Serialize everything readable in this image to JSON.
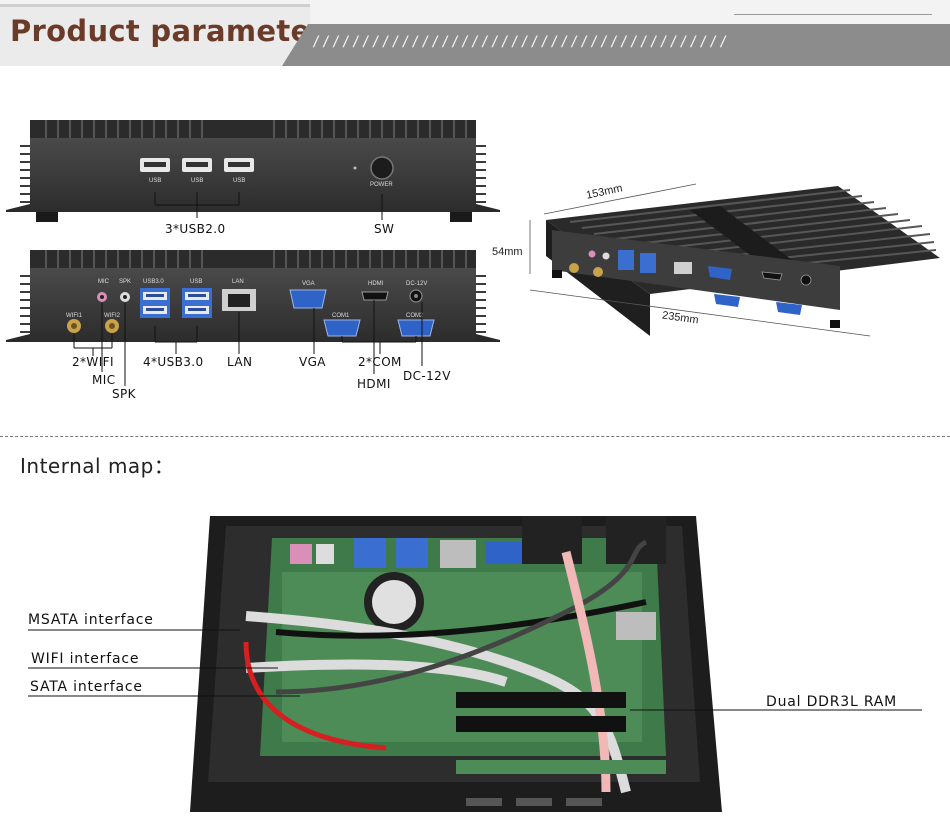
{
  "header": {
    "title": "Product parameter",
    "slashes": "//////////////////////////////////////////"
  },
  "front_panel": {
    "port_labels": [
      "USB",
      "USB",
      "USB"
    ],
    "power_label": "POWER",
    "callouts": {
      "usb": "3*USB2.0",
      "sw": "SW"
    }
  },
  "rear_panel": {
    "top_labels": {
      "mic": "MIC",
      "spk": "SPK",
      "usb30": "USB3.0",
      "usb": "USB",
      "lan": "LAN",
      "vga": "VGA",
      "hdmi": "HDMI",
      "dc": "DC-12V",
      "com1": "COM1",
      "com2": "COM2",
      "wifi1": "WIFI1",
      "wifi2": "WIFI2"
    },
    "callouts": {
      "wifi": "2*WIFI",
      "mic": "MIC",
      "spk": "SPK",
      "usb30": "4*USB3.0",
      "lan": "LAN",
      "vga": "VGA",
      "com": "2*COM",
      "hdmi": "HDMI",
      "dc": "DC-12V"
    }
  },
  "dimensions": {
    "width": "153mm",
    "height": "54mm",
    "length": "235mm"
  },
  "internal": {
    "title": "Internal map：",
    "callouts": {
      "msata": "MSATA interface",
      "wifi": "WIFI interface",
      "sata": "SATA interface",
      "ram": "Dual DDR3L RAM"
    }
  }
}
